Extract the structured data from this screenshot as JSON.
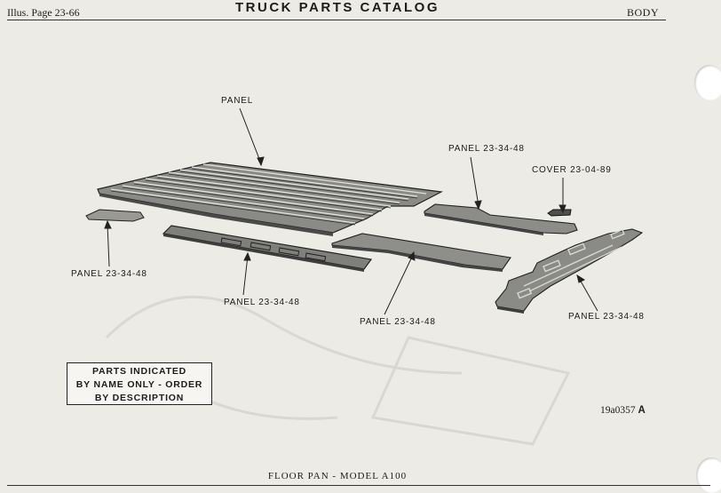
{
  "header": {
    "illus_page": "Illus. Page 23-66",
    "title": "TRUCK PARTS CATALOG",
    "section": "BODY"
  },
  "callouts": [
    {
      "id": "panel-main",
      "text": "PANEL"
    },
    {
      "id": "panel-left-small",
      "text": "PANEL 23-34-48"
    },
    {
      "id": "panel-strip",
      "text": "PANEL 23-34-48"
    },
    {
      "id": "panel-center",
      "text": "PANEL 23-34-48"
    },
    {
      "id": "panel-upper-right",
      "text": "PANEL 23-34-48"
    },
    {
      "id": "cover",
      "text": "COVER 23-04-89"
    },
    {
      "id": "panel-lower-right",
      "text": "PANEL 23-34-48"
    }
  ],
  "notice": {
    "line1": "PARTS INDICATED",
    "line2": "BY NAME ONLY - ORDER",
    "line3": "BY DESCRIPTION"
  },
  "reference": {
    "number": "19a0357",
    "suffix": "A"
  },
  "footer": {
    "caption": "FLOOR PAN - MODEL A100"
  }
}
